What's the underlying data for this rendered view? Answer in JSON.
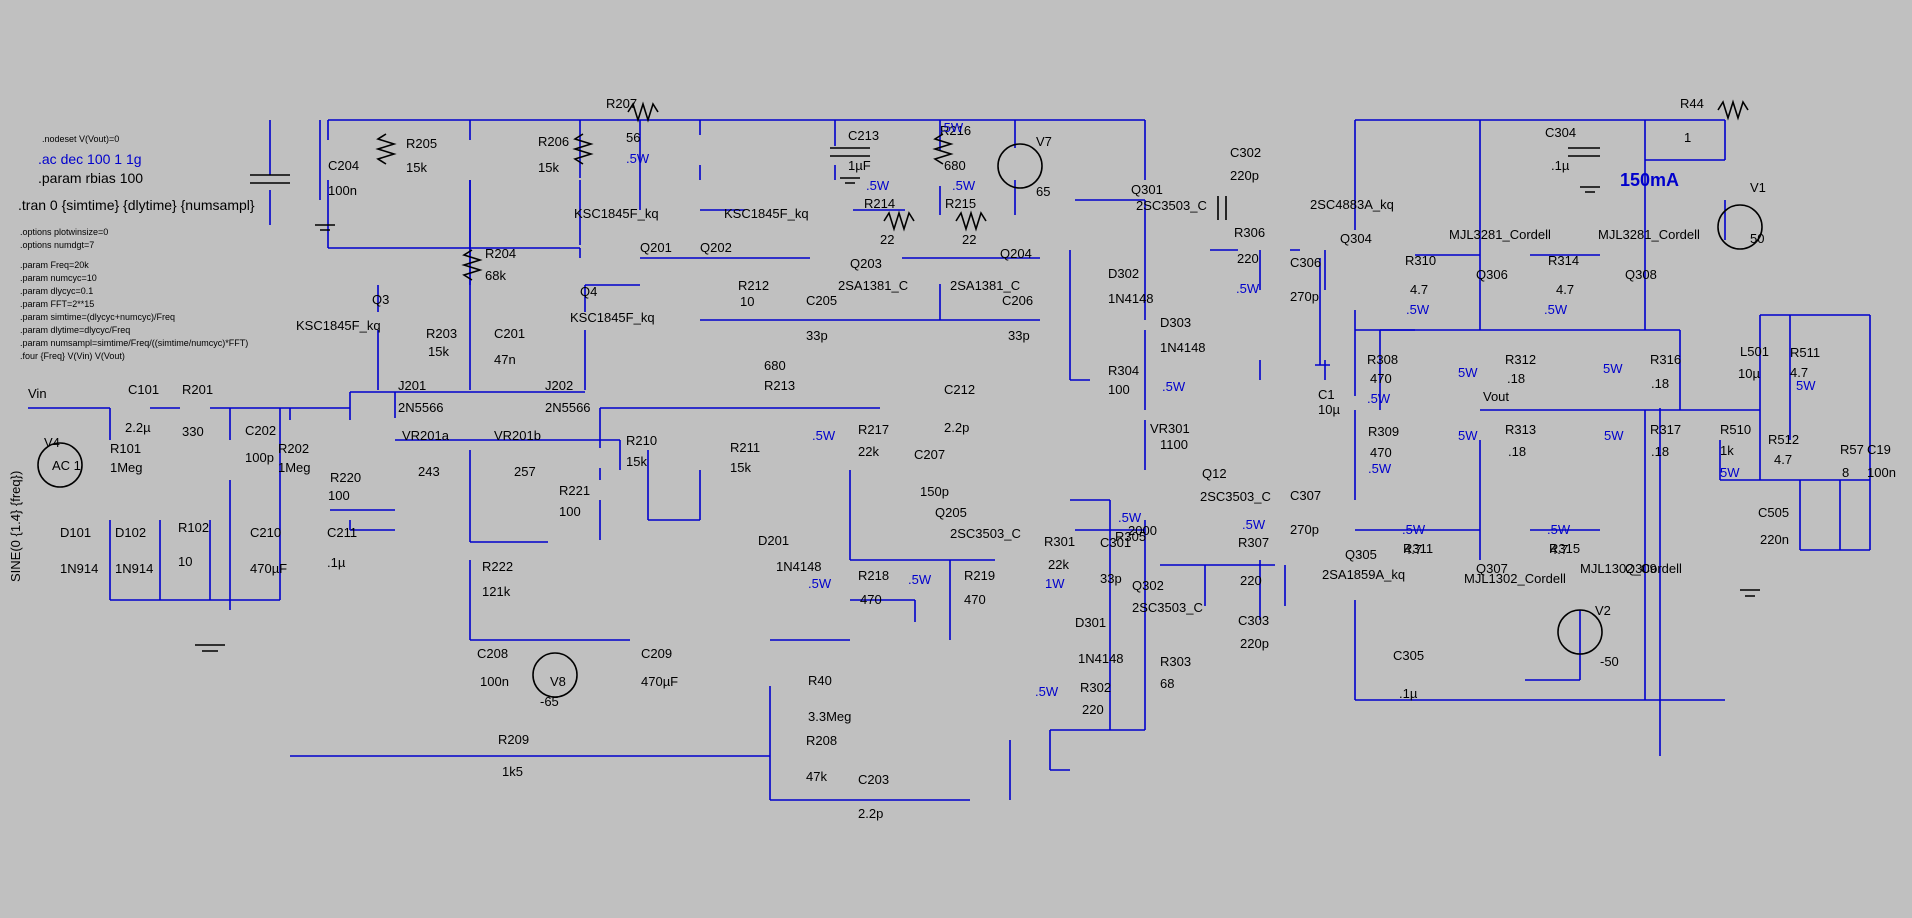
{
  "directives": {
    "nodeset": ".nodeset V(Vout)=0",
    "ac": ".ac dec 100 1 1g",
    "param_rbias": ".param rbias 100",
    "tran": ".tran 0 {simtime} {dlytime} {numsampl}",
    "options1": ".options plotwinsize=0",
    "options2": ".options numdgt=7",
    "p1": ".param Freq=20k",
    "p2": ".param numcyc=10",
    "p3": ".param dlycyc=0.1",
    "p4": ".param FFT=2**15",
    "p5": ".param simtime=(dlycyc+numcyc)/Freq",
    "p6": ".param dlytime=dlycyc/Freq",
    "p7": ".param numsampl=simtime/Freq/((simtime/numcyc)*FFT)",
    "p8": ".four {Freq} V(Vin) V(Vout)"
  },
  "nets": {
    "vin": "Vin",
    "vout": "Vout"
  },
  "current_label": "150mA",
  "source_v4": {
    "name": "V4",
    "ac": "AC 1",
    "sine": "SINE(0 {1.4} {freq})"
  },
  "components": [
    {
      "id": "R207",
      "v": "56",
      "p": ".5W"
    },
    {
      "id": "R205",
      "v": "15k"
    },
    {
      "id": "C204",
      "v": "100n"
    },
    {
      "id": "R206",
      "v": "15k"
    },
    {
      "id": "R204",
      "v": "68k"
    },
    {
      "id": "C213",
      "v": "1µF"
    },
    {
      "id": "R216",
      "v": "680",
      "p": ".5W"
    },
    {
      "id": "V7",
      "v": "65"
    },
    {
      "id": "R214",
      "v": "22",
      "p": ".5W"
    },
    {
      "id": "R215",
      "v": "22",
      "p": ".5W"
    },
    {
      "id": "Q3",
      "v": "KSC1845F_kq"
    },
    {
      "id": "Q4",
      "v": "KSC1845F_kq"
    },
    {
      "id": "Q201",
      "v": "KSC1845F_kq"
    },
    {
      "id": "Q202",
      "v": "KSC1845F_kq"
    },
    {
      "id": "Q203",
      "v": "2SA1381_C"
    },
    {
      "id": "Q204",
      "v": "2SA1381_C"
    },
    {
      "id": "R212",
      "v": "10"
    },
    {
      "id": "C205",
      "v": "33p"
    },
    {
      "id": "C206",
      "v": "33p"
    },
    {
      "id": "R203",
      "v": "15k"
    },
    {
      "id": "C201",
      "v": "47n"
    },
    {
      "id": "R213",
      "v": "680"
    },
    {
      "id": "J201",
      "v": "2N5566"
    },
    {
      "id": "J202",
      "v": "2N5566"
    },
    {
      "id": "C101",
      "v": "2.2µ"
    },
    {
      "id": "R201",
      "v": "330"
    },
    {
      "id": "C212",
      "v": "2.2p"
    },
    {
      "id": "R101",
      "v": "1Meg"
    },
    {
      "id": "C202",
      "v": "100p"
    },
    {
      "id": "R202",
      "v": "1Meg"
    },
    {
      "id": "VR201a",
      "v": "243"
    },
    {
      "id": "VR201b",
      "v": "257"
    },
    {
      "id": "R220",
      "v": "100"
    },
    {
      "id": "R221",
      "v": "100"
    },
    {
      "id": "R210",
      "v": "15k"
    },
    {
      "id": "R211",
      "v": "15k"
    },
    {
      "id": "R217",
      "v": "22k",
      "p": ".5W"
    },
    {
      "id": "C207",
      "v": "150p"
    },
    {
      "id": "D101",
      "v": "1N914"
    },
    {
      "id": "D102",
      "v": "1N914"
    },
    {
      "id": "R102",
      "v": "10"
    },
    {
      "id": "C210",
      "v": "470µF"
    },
    {
      "id": "C211",
      "v": ".1µ"
    },
    {
      "id": "R222",
      "v": "121k"
    },
    {
      "id": "D201",
      "v": "1N4148"
    },
    {
      "id": "Q205",
      "v": "2SC3503_C"
    },
    {
      "id": "R218",
      "v": "470",
      "p": ".5W"
    },
    {
      "id": "R219",
      "v": "470",
      "p": ".5W"
    },
    {
      "id": "C208",
      "v": "100n"
    },
    {
      "id": "V8",
      "v": "-65"
    },
    {
      "id": "C209",
      "v": "470µF"
    },
    {
      "id": "R40",
      "v": "3.3Meg"
    },
    {
      "id": "R208",
      "v": "47k"
    },
    {
      "id": "C203",
      "v": "2.2p"
    },
    {
      "id": "R209",
      "v": "1k5"
    },
    {
      "id": "Q301",
      "v": "2SC3503_C"
    },
    {
      "id": "C302",
      "v": "220p"
    },
    {
      "id": "R306",
      "v": "220",
      "p": ".5W"
    },
    {
      "id": "C306",
      "v": "270p"
    },
    {
      "id": "D302",
      "v": "1N4148"
    },
    {
      "id": "D303",
      "v": "1N4148"
    },
    {
      "id": "R304",
      "v": "100",
      "p": ".5W"
    },
    {
      "id": "VR301",
      "v": "1100"
    },
    {
      "id": "Q12",
      "v": "2SC3503_C"
    },
    {
      "id": "R301",
      "v": "22k",
      "p": "1W"
    },
    {
      "id": "R305",
      "v": "2000",
      "p": ".5W"
    },
    {
      "id": "C301",
      "v": "33p"
    },
    {
      "id": "R307",
      "v": "220",
      "p": ".5W"
    },
    {
      "id": "C307",
      "v": "270p"
    },
    {
      "id": "C303",
      "v": "220p"
    },
    {
      "id": "Q302",
      "v": "2SC3503_C"
    },
    {
      "id": "D301",
      "v": "1N4148"
    },
    {
      "id": "R302",
      "v": "220",
      "p": ".5W"
    },
    {
      "id": "R303",
      "v": "68"
    },
    {
      "id": "Q304",
      "v": "2SC4883A_kq"
    },
    {
      "id": "Q305",
      "v": "2SA1859A_kq"
    },
    {
      "id": "C304",
      "v": ".1µ"
    },
    {
      "id": "R44",
      "v": "1"
    },
    {
      "id": "V1",
      "v": "50"
    },
    {
      "id": "Q306",
      "v": "MJL3281_Cordell"
    },
    {
      "id": "Q308",
      "v": "MJL3281_Cordell"
    },
    {
      "id": "R310",
      "v": "4.7",
      "p": ".5W"
    },
    {
      "id": "R314",
      "v": "4.7",
      "p": ".5W"
    },
    {
      "id": "R312",
      "v": ".18",
      "p": "5W"
    },
    {
      "id": "R316",
      "v": ".18",
      "p": "5W"
    },
    {
      "id": "C1",
      "v": "10µ"
    },
    {
      "id": "R308",
      "v": "470",
      "p": ".5W"
    },
    {
      "id": "R309",
      "v": "470",
      "p": ".5W"
    },
    {
      "id": "R313",
      "v": ".18",
      "p": "5W"
    },
    {
      "id": "R317",
      "v": ".18",
      "p": "5W"
    },
    {
      "id": "R311",
      "v": "4.7",
      "p": ".5W"
    },
    {
      "id": "R315",
      "v": "4.7",
      "p": ".5W"
    },
    {
      "id": "Q307",
      "v": "MJL1302_Cordell"
    },
    {
      "id": "Q309",
      "v": "MJL1302_Cordell"
    },
    {
      "id": "L501",
      "v": "10µ"
    },
    {
      "id": "R511",
      "v": "4.7",
      "p": "5W"
    },
    {
      "id": "R510",
      "v": "1k",
      "p": "5W"
    },
    {
      "id": "R512",
      "v": "4.7"
    },
    {
      "id": "C505",
      "v": "220n"
    },
    {
      "id": "R57",
      "v": "8"
    },
    {
      "id": "C19",
      "v": "100n"
    },
    {
      "id": "V2",
      "v": "-50"
    },
    {
      "id": "C305",
      "v": ".1µ"
    }
  ]
}
